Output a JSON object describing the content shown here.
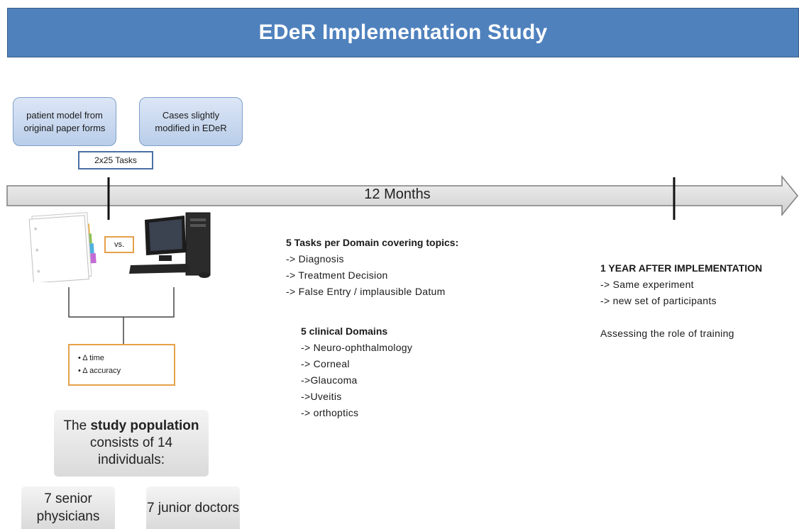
{
  "title": "EDeR Implementation Study",
  "boxes": {
    "patient_model": "patient model from original paper forms",
    "cases_modified": "Cases slightly modified in EDeR",
    "tasks": "2x25 Tasks",
    "vs": "vs."
  },
  "timeline": {
    "label": "12 Months"
  },
  "metrics": [
    "• Δ time",
    "• Δ accuracy"
  ],
  "population": {
    "prefix": "The",
    "bold": "study population",
    "rest": "consists of 14 individuals:",
    "group1": "7 senior physicians",
    "group2": "7 junior doctors"
  },
  "tasks_section": {
    "heading": "5 Tasks per Domain covering topics:",
    "items": [
      "-> Diagnosis",
      "-> Treatment Decision",
      "-> False Entry / implausible Datum"
    ]
  },
  "domains_section": {
    "heading": "5 clinical Domains",
    "items": [
      "-> Neuro-ophthalmology",
      "-> Corneal",
      "->Glaucoma",
      "->Uveitis",
      "-> orthoptics"
    ]
  },
  "after_section": {
    "heading": "1 YEAR AFTER IMPLEMENTATION",
    "items": [
      "-> Same experiment",
      "-> new set of participants"
    ],
    "note": "Assessing the role of training"
  }
}
